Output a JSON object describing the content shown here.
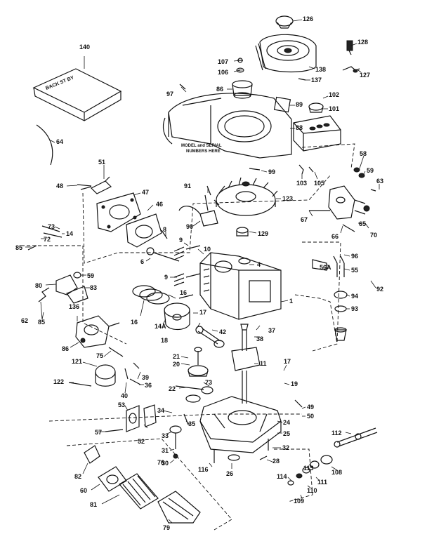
{
  "labels": {
    "l126": "126",
    "l128": "128",
    "l127": "127",
    "l140": "140",
    "l107": "107",
    "l106": "106",
    "l138": "138",
    "l137": "137",
    "l97": "97",
    "l86": "86",
    "l102": "102",
    "l101": "101",
    "l89": "89",
    "l88": "88",
    "l64": "64",
    "l99": "99",
    "l58": "58",
    "l59": "59",
    "l103": "103",
    "l105": "105",
    "l63": "63",
    "l51": "51",
    "l48": "48",
    "l47": "47",
    "l91": "91",
    "l123": "123",
    "l46": "46",
    "l73": "73",
    "l14": "14",
    "l85": "85",
    "l72": "72",
    "l8a": "8",
    "l90": "90",
    "l129": "129",
    "l67": "67",
    "l65": "65",
    "l66": "66",
    "l70": "70",
    "l9a": "9",
    "l10": "10",
    "l6": "6",
    "l4": "4",
    "l59b": "59",
    "l80": "80",
    "l83": "83",
    "l9b": "9",
    "l96": "96",
    "l55": "55",
    "l56a": "56A",
    "l92": "92",
    "l94": "94",
    "l93": "93",
    "l62": "62",
    "l85b": "85",
    "l136": "136",
    "l16a": "16",
    "l16b": "16",
    "l14a": "14A",
    "l17": "17",
    "l18": "18",
    "l1": "1",
    "l42": "42",
    "l37": "37",
    "l38": "38",
    "l86b": "86",
    "l75": "75",
    "l21": "21",
    "l20": "20",
    "l11": "11",
    "l17b": "17",
    "l121": "121",
    "l39": "39",
    "l22": "22",
    "l122": "122",
    "l40": "40",
    "l36": "36",
    "l73b": "73",
    "l19": "19",
    "l53": "53",
    "l34": "34",
    "l49": "49",
    "l50": "50",
    "l57": "57",
    "l52": "52",
    "l33": "33",
    "l35": "35",
    "l24": "24",
    "l25": "25",
    "l112": "112",
    "l31": "31",
    "l32": "32",
    "l76": "76",
    "l30": "30",
    "l116": "116",
    "l26": "26",
    "l28": "28",
    "l113": "113",
    "l108": "108",
    "l114": "114",
    "l111": "111",
    "l82": "82",
    "l60": "60",
    "l110": "110",
    "l109": "109",
    "l81": "81",
    "l79": "79"
  },
  "notes": {
    "model_line1": "MODEL and SERIAL",
    "model_line2": "NUMBERS HERE",
    "hat_text": "BACK ST BY"
  }
}
